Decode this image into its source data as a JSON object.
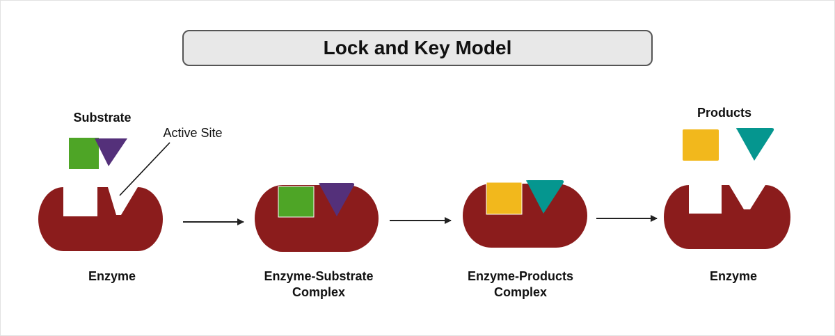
{
  "title": "Lock and Key Model",
  "labels": {
    "substrate": "Substrate",
    "active_site": "Active Site",
    "products": "Products",
    "enzyme_1": "Enzyme",
    "complex_es_1": "Enzyme-Substrate",
    "complex_es_2": "Complex",
    "complex_ep_1": "Enzyme-Products",
    "complex_ep_2": "Complex",
    "enzyme_2": "Enzyme"
  },
  "colors": {
    "enzyme": "#8b1c1c",
    "substrate_square": "#4ea526",
    "substrate_triangle": "#54307a",
    "product_square": "#f2b81c",
    "product_triangle": "#05968f",
    "arrow": "#222222",
    "title_fill": "#e8e8e8",
    "title_border": "#555555"
  }
}
